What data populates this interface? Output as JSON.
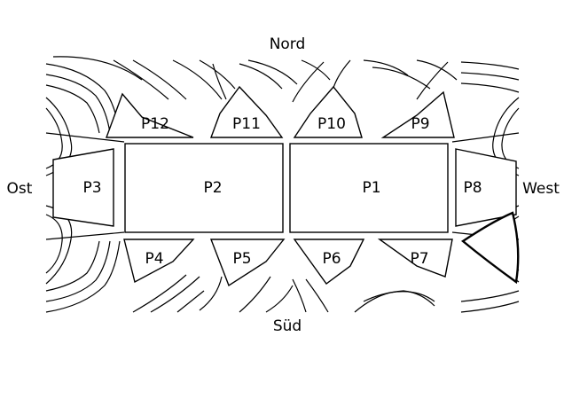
{
  "compass": {
    "north": "Nord",
    "south": "Süd",
    "east": "Ost",
    "west": "West"
  },
  "plots": {
    "p1": "P1",
    "p2": "P2",
    "p3": "P3",
    "p4": "P4",
    "p5": "P5",
    "p6": "P6",
    "p7": "P7",
    "p8": "P8",
    "p9": "P9",
    "p10": "P10",
    "p11": "P11",
    "p12": "P12"
  },
  "colors": {
    "stroke": "#000000",
    "background": "#ffffff",
    "highlight_stroke": "#000000"
  }
}
